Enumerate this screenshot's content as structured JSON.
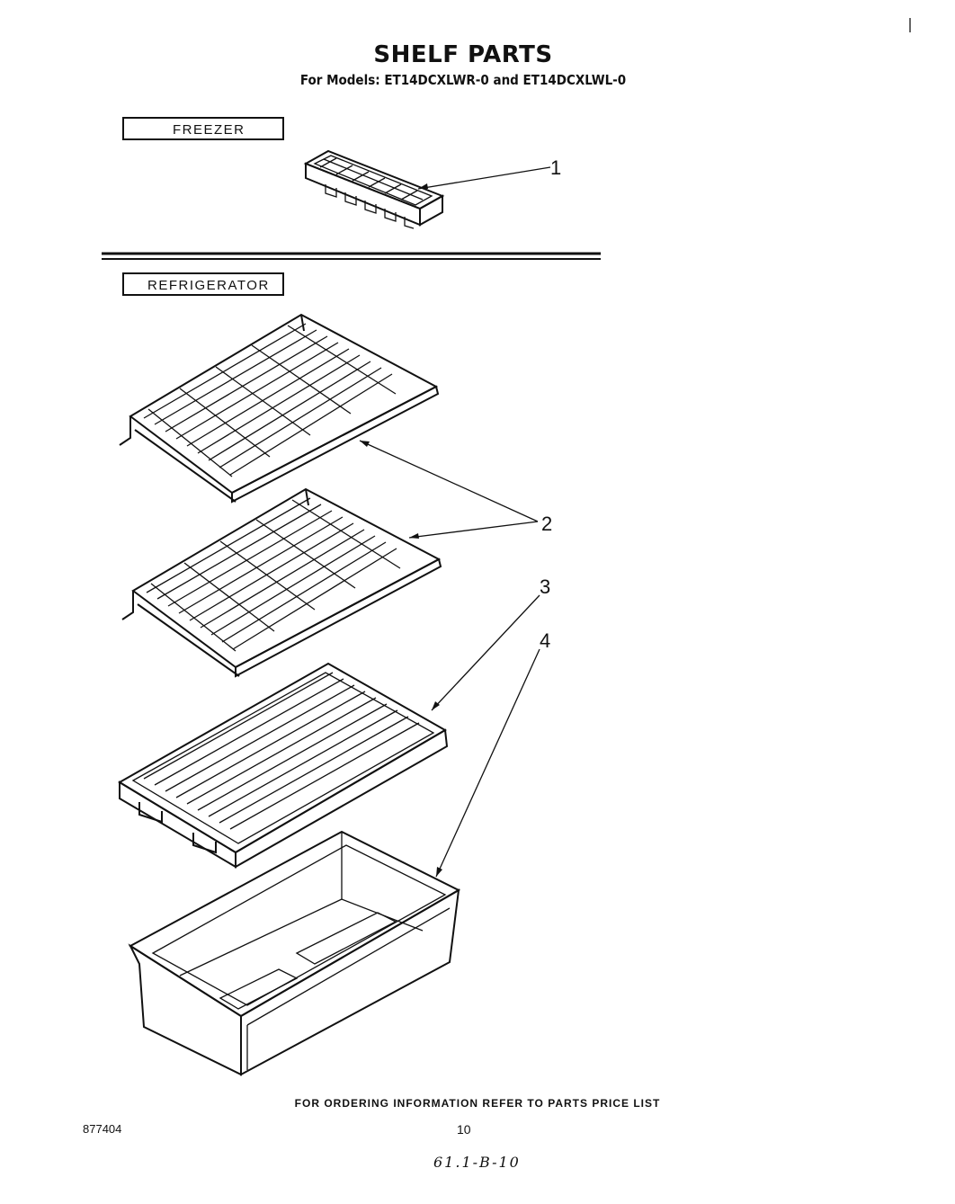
{
  "header": {
    "title": "SHELF PARTS",
    "subtitle": "For Models: ET14DCXLWR-0 and ET14DCXLWL-0"
  },
  "sections": {
    "freezer": "FREEZER",
    "refrigerator": "REFRIGERATOR"
  },
  "callouts": [
    "1",
    "2",
    "3",
    "4"
  ],
  "footer": {
    "ordering_note": "FOR ORDERING INFORMATION REFER TO PARTS PRICE LIST",
    "document_number": "877404",
    "page_number": "10",
    "handwritten_note": "61.1-B-10"
  },
  "parts": [
    {
      "callout": "1",
      "icon": "ice-tray-icon"
    },
    {
      "callout": "2",
      "icon": "wire-shelf-icon"
    },
    {
      "callout": "3",
      "icon": "glass-shelf-icon"
    },
    {
      "callout": "4",
      "icon": "crisper-pan-icon"
    }
  ]
}
